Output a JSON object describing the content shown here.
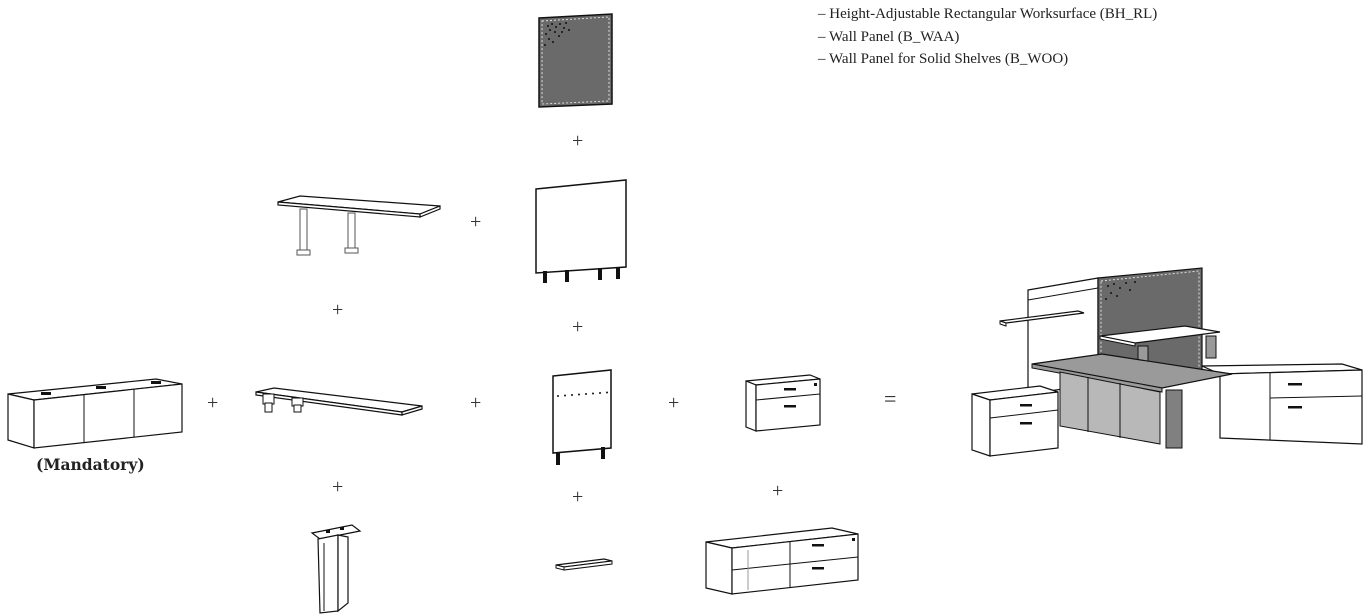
{
  "legend": {
    "items": [
      "– Height-Adjustable Rectangular Worksurface (BH_RL)",
      "– Wall Panel (B_WAA)",
      "– Wall Panel for Solid Shelves (B_WOO)"
    ]
  },
  "labels": {
    "mandatory": "(Mandatory)"
  },
  "symbols": {
    "plus": "+",
    "equals": "="
  },
  "colors": {
    "panel_fabric": "#6a6a6a",
    "worksurface": "#9a9a9a",
    "line": "#111111"
  },
  "icons": [
    "acoustic-panel-icon",
    "height-adjustable-desk-icon",
    "wall-panel-icon",
    "credenza-icon",
    "worksurface-icon",
    "narrow-panel-icon",
    "lateral-file-icon",
    "support-leg-icon",
    "shelf-icon",
    "storage-credenza-icon",
    "assembled-workstation-icon"
  ]
}
